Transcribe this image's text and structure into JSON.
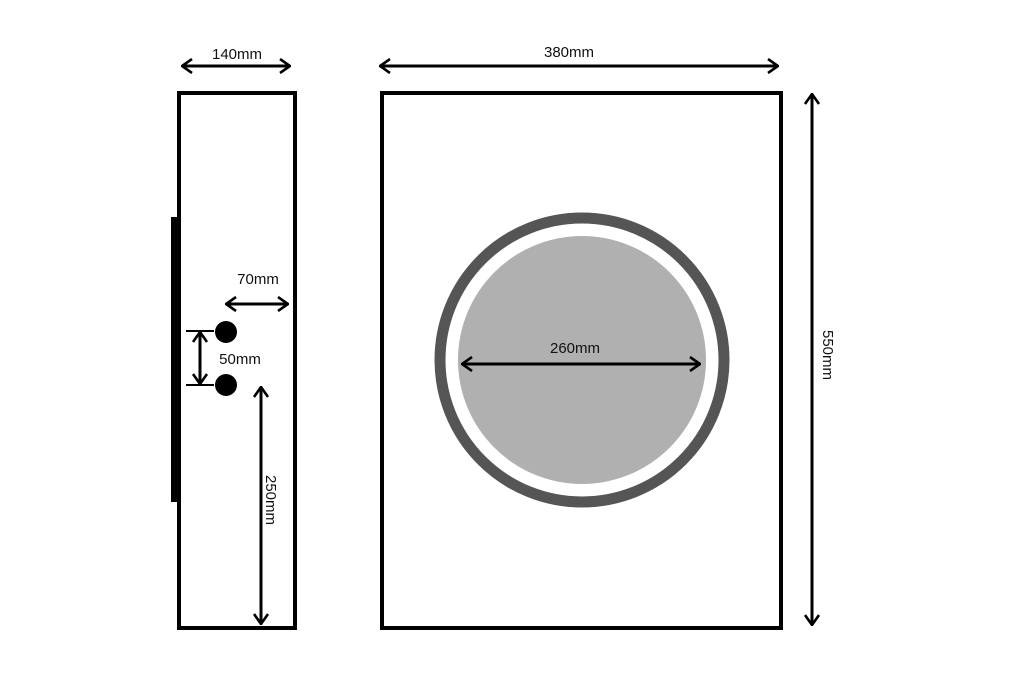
{
  "dimensions": {
    "side_depth": "140mm",
    "front_width": "380mm",
    "height": "550mm",
    "mirror_diameter": "260mm",
    "socket_offset": "70mm",
    "socket_spacing": "50mm",
    "socket_height": "250mm"
  },
  "colors": {
    "outline": "#000000",
    "mirror_ring": "#555555",
    "mirror_glass": "#b0b0b0",
    "background": "#ffffff"
  }
}
